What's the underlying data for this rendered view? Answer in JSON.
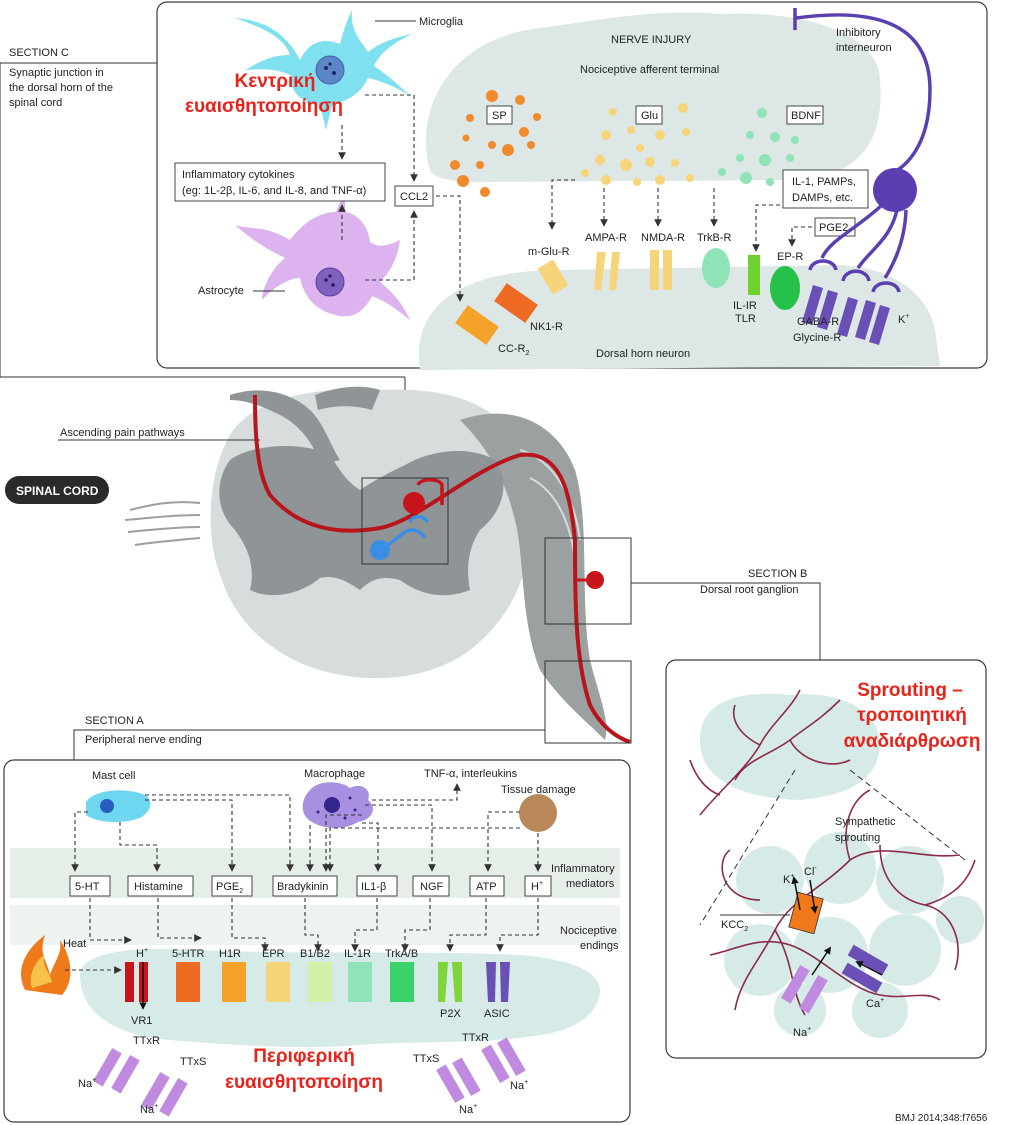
{
  "title_greek": {
    "central": [
      "Κεντρική",
      "ευαισθητοποίηση"
    ],
    "peripheral": [
      "Περιφερική",
      "ευαισθητοποίηση"
    ],
    "sprouting": [
      "Sprouting –",
      "τροποιητική",
      "αναδιάρθρωση"
    ]
  },
  "section_c": {
    "heading": "SECTION C",
    "desc": [
      "Synaptic junction in",
      "the dorsal horn of the",
      "spinal cord"
    ],
    "microglia": "Microglia",
    "astrocyte": "Astrocyte",
    "nerve_injury": "NERVE INJURY",
    "terminal": "Nociceptive afferent terminal",
    "inhibitory": [
      "Inhibitory",
      "interneuron"
    ],
    "cytokines": [
      "Inflammatory cytokines",
      "(eg: 1L-2β, IL-6, and IL-8, and TNF-α)"
    ],
    "ccl2": "CCL2",
    "sp": "SP",
    "glu": "Glu",
    "bdnf": "BDNF",
    "il1_box": [
      "IL-1, PAMPs,",
      "DAMPs, etc."
    ],
    "pge2": "PGE2",
    "receptors": {
      "mglu": "m-Glu-R",
      "ampa": "AMPA-R",
      "nmda": "NMDA-R",
      "trkb": "TrkB-R",
      "epr": "EP-R",
      "ilir": "IL-IR",
      "tlr": "TLR",
      "nk1": "NK1-R",
      "ccr": "CC-R",
      "ccr_sub": "2",
      "gaba": "GABA-R",
      "glycine": "Glycine-R",
      "k": "K",
      "k_sup": "+"
    },
    "dorsal_horn": "Dorsal horn neuron"
  },
  "spinal": {
    "badge": "SPINAL CORD",
    "ascending": "Ascending pain pathways"
  },
  "section_b": {
    "heading": "SECTION B",
    "desc": "Dorsal root ganglion",
    "sympathetic": [
      "Sympathetic",
      "sprouting"
    ],
    "k": "K",
    "k_sup": "+",
    "cl": "Cl",
    "cl_sup": "-",
    "kcc": "KCC",
    "kcc_sub": "2",
    "na": "Na",
    "na_sup": "+",
    "ca": "Ca",
    "ca_sup": "+"
  },
  "section_a": {
    "heading": "SECTION A",
    "desc": "Peripheral nerve ending",
    "mast": "Mast cell",
    "macrophage": "Macrophage",
    "tnf": "TNF-α, interleukins",
    "tissue": "Tissue damage",
    "mediators_label": [
      "Inflammatory",
      "mediators"
    ],
    "nociceptive_label": [
      "Nociceptive",
      "endings"
    ],
    "heat": "Heat",
    "mediators": [
      "5-HT",
      "Histamine",
      "PGE",
      "Bradykinin",
      "IL1-β",
      "NGF",
      "ATP",
      "H"
    ],
    "pge_sub": "2",
    "h_sup": "+",
    "receptors": [
      "H",
      "5-HTR",
      "H1R",
      "EPR",
      "B1/B2",
      "IL-1R",
      "TrkA/B"
    ],
    "h_sup2": "+",
    "vr1": "VR1",
    "p2x": "P2X",
    "asic": "ASIC",
    "ttxr": "TTxR",
    "ttxs": "TTxS",
    "na": "Na",
    "na_sup": "+"
  },
  "citation": "BMJ 2014;348:f7656",
  "colors": {
    "red_greek": "#e8231b",
    "nerve_red": "#b8141c",
    "blue_neuron": "#3a8ee6",
    "purple_receptor": "#6a4fb6",
    "cord_light": "#d7dcdc",
    "cord_dark": "#8f9596",
    "mint": "#d6ebe8"
  }
}
